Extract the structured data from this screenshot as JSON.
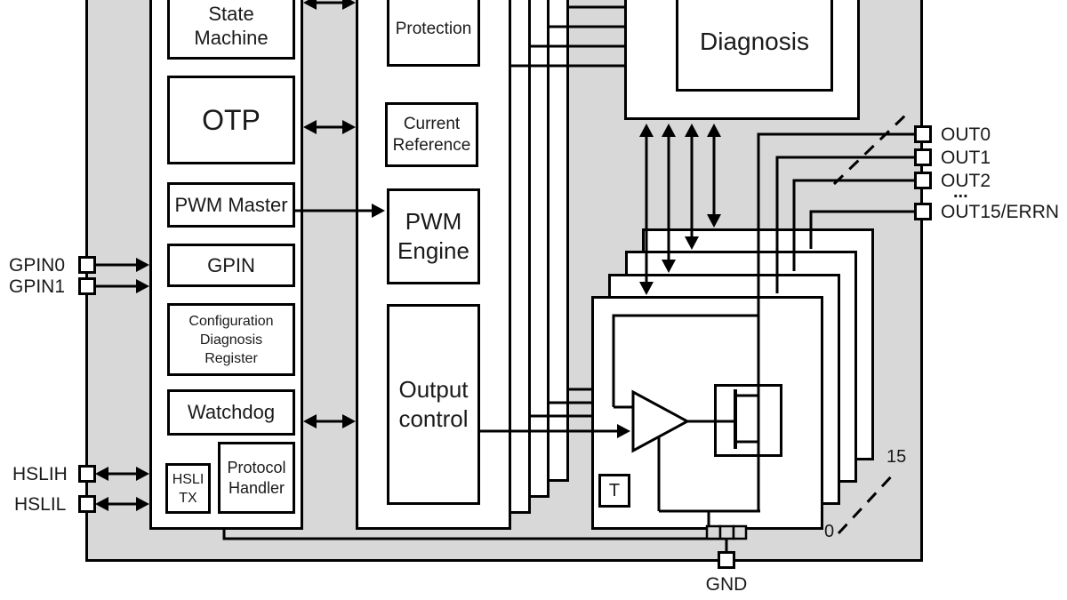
{
  "blocks": {
    "state_machine": "State Machine",
    "otp": "OTP",
    "pwm_master": "PWM Master",
    "gpin": "GPIN",
    "config_register": "Configuration Diagnosis Register",
    "watchdog": "Watchdog",
    "hsli_tx": "HSLI TX",
    "protocol_handler": "Protocol Handler",
    "protection": "Protection",
    "current_reference": "Current Reference",
    "pwm_engine": "PWM Engine",
    "output_control": "Output control",
    "diagnosis": "Diagnosis",
    "temp_sensor": "T"
  },
  "pins": {
    "gpin0": "GPIN0",
    "gpin1": "GPIN1",
    "hslih": "HSLIH",
    "hslil": "HSLIL",
    "out0": "OUT0",
    "out1": "OUT1",
    "out2": "OUT2",
    "out_more": "...",
    "out15": "OUT15/ERRN",
    "gnd": "GND"
  },
  "annotations": {
    "channel_last": "15",
    "channel_first": "0"
  },
  "colors": {
    "chip_fill": "#d8d8d8",
    "line": "#000000",
    "box_fill": "#ffffff"
  }
}
